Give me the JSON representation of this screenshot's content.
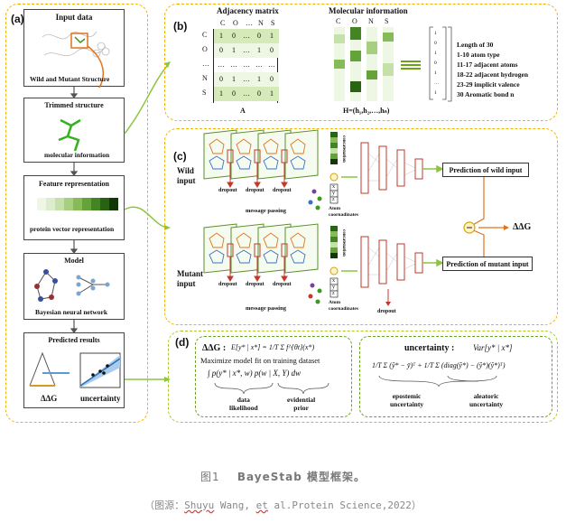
{
  "panels": {
    "a": "(a)",
    "b": "(b)",
    "c": "(c)",
    "d": "(d)"
  },
  "panel_a": {
    "input_data": "Input data",
    "wild_mutant": "Wild and Mutant Structure",
    "trimmed": "Trimmed  structure",
    "molecular_info": "molecular information",
    "feature_rep": "Feature representation",
    "protein_vec": "protein vector representation",
    "model": "Model",
    "bnn": "Bayesian neural network",
    "predicted": "Predicted results",
    "ddg": "ΔΔG",
    "uncertainty": "uncertainty"
  },
  "panel_b": {
    "adjacency_title": "Adjacency matrix",
    "col_headers": [
      "C",
      "O",
      "…",
      "N",
      "S"
    ],
    "row_headers": [
      "C",
      "O",
      "…",
      "N",
      "S"
    ],
    "rows": [
      [
        "1",
        "0",
        "…",
        "0",
        "1"
      ],
      [
        "0",
        "1",
        "…",
        "1",
        "0"
      ],
      [
        "…",
        "…",
        "…",
        "…",
        "…"
      ],
      [
        "0",
        "1",
        "…",
        "1",
        "0"
      ],
      [
        "1",
        "0",
        "…",
        "0",
        "1"
      ]
    ],
    "matrix_label": "A",
    "molinfo_title": "Molecular information",
    "mol_headers": [
      "C",
      "O",
      "N",
      "S"
    ],
    "h_formula": "H=(h₁,h₂,…,hₙ)",
    "vector_entries": [
      "1",
      "0",
      "1",
      "0",
      "1",
      "…",
      "1"
    ],
    "legend": [
      "Length of 30",
      "1-10   atom type",
      "11-17 adjacent atoms",
      "18-22 adjacent hydrogen",
      "23-29 implicit valence",
      "30      Aromatic bond n"
    ]
  },
  "panel_c": {
    "wild_input": "Wild\ninput",
    "mutant_input": "Mutant\ninput",
    "dropout": "dropout",
    "message_passing": "message passing",
    "concatenation": "concatenation",
    "atom_coords": "Atom\ncoornadinates",
    "xyz": [
      "x",
      "y",
      "z"
    ],
    "pred_wild": "Prediction of wild input",
    "pred_mutant": "Prediction of mutant input",
    "ddg": "ΔΔG"
  },
  "panel_d": {
    "ddg_label": "ΔΔG :",
    "ddg_formula": "E[y* | x*] = 1/T Σ f^{θt}(x*)",
    "maximize": "Maximize model fit on training dataset",
    "integral": "∫ p(y* | x*, w) p(w | X, Y) dw",
    "data_likelihood": "data\nlikelihood",
    "evidential_prior": "evidential\nprior",
    "unc_label": "uncertainty :",
    "unc_formula": "Var[y* | x*]",
    "epistemic": "epostemic\nuncertainty",
    "aleatoric": "aleatoric\nuncertainty"
  },
  "caption": {
    "fig": "图1",
    "text": "BayeStab 模型框架。",
    "source_prefix": "（图源：",
    "author": "Shuyu",
    "source_mid": " Wang, ",
    "et": "et",
    "source_end": " al.Protein Science,2022）"
  },
  "colors": {
    "orange_dash": "#f0b400",
    "green_dash": "#6aa318",
    "green_arrow": "#8cc63f",
    "red_line": "#c0392b",
    "dark_green": "#2e6b12",
    "light_green": "#d6e9b9"
  }
}
